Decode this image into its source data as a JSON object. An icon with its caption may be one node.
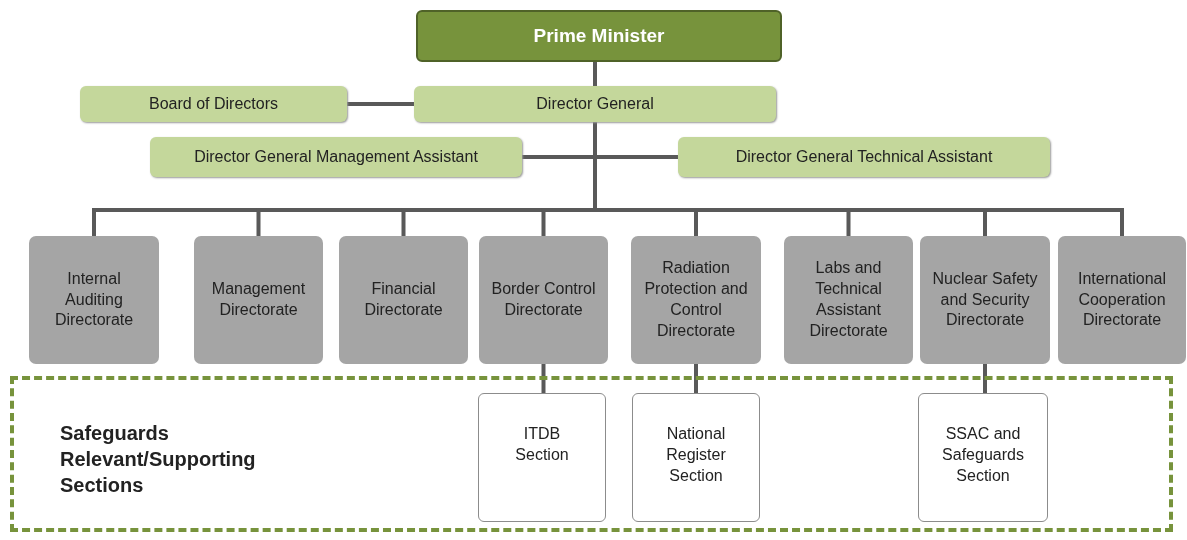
{
  "diagram": {
    "nodes": [
      {
        "text": [
          "Prime Minister"
        ]
      },
      {
        "text": [
          "Board of Directors"
        ]
      },
      {
        "text": [
          "Director General"
        ]
      },
      {
        "text": [
          "Director General Management Assistant"
        ]
      },
      {
        "text": [
          "Director General Technical Assistant"
        ]
      },
      {
        "text": [
          "Internal Auditing Directorate"
        ]
      },
      {
        "text": [
          "Management Directorate"
        ]
      },
      {
        "text": [
          "Financial Directorate"
        ]
      },
      {
        "text": [
          "Border Control Directorate"
        ]
      },
      {
        "text": [
          "Radiation Protection and Control Directorate"
        ]
      },
      {
        "text": [
          "Labs and Technical Assistant Directorate"
        ]
      },
      {
        "text": [
          "Nuclear Safety and Security Directorate"
        ]
      },
      {
        "text": [
          "International Cooperation Directorate"
        ]
      },
      {
        "text": [
          "Safeguards Relevant/Supporting Sections"
        ]
      },
      {
        "text": [
          "ITDB Section"
        ],
        "in": 13
      },
      {
        "text": [
          "National Register Section"
        ],
        "in": 13
      },
      {
        "text": [
          "SSAC and Safeguards Section"
        ],
        "in": 13
      }
    ],
    "edges": [
      {
        "from": 0,
        "to": 2,
        "arrow": "none"
      },
      {
        "from": 1,
        "to": 2,
        "arrow": "none"
      },
      {
        "from": 2,
        "to": 3,
        "arrow": "none"
      },
      {
        "from": 2,
        "to": 4,
        "arrow": "none"
      },
      {
        "from": 2,
        "to": 5,
        "arrow": "none"
      },
      {
        "from": 2,
        "to": 6,
        "arrow": "none"
      },
      {
        "from": 2,
        "to": 7,
        "arrow": "none"
      },
      {
        "from": 2,
        "to": 8,
        "arrow": "none"
      },
      {
        "from": 2,
        "to": 9,
        "arrow": "none"
      },
      {
        "from": 2,
        "to": 10,
        "arrow": "none"
      },
      {
        "from": 2,
        "to": 11,
        "arrow": "none"
      },
      {
        "from": 2,
        "to": 12,
        "arrow": "none"
      },
      {
        "from": 8,
        "to": 14,
        "arrow": "none"
      },
      {
        "from": 9,
        "to": 15,
        "arrow": "none"
      },
      {
        "from": 11,
        "to": 16,
        "arrow": "none"
      }
    ]
  }
}
